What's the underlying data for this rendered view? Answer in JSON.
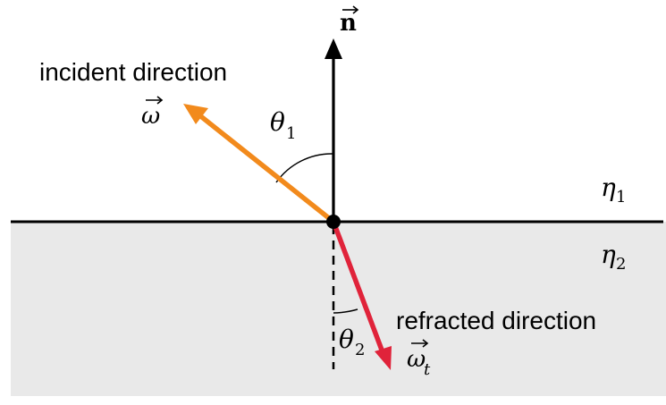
{
  "labels": {
    "normal_symbol": "n",
    "incident_text": "incident direction",
    "incident_symbol": "ω",
    "theta1_symbol": "θ",
    "theta1_sub": "1",
    "eta1_symbol": "η",
    "eta1_sub": "1",
    "eta2_symbol": "η",
    "eta2_sub": "2",
    "refracted_text": "refracted direction",
    "theta2_symbol": "θ",
    "theta2_sub": "2",
    "refracted_symbol": "ω",
    "refracted_sub": "t"
  },
  "colors": {
    "background": "#ffffff",
    "lower_medium": "#e9e9e9",
    "lines": "#000000",
    "incident_arrow": "#f28a1c",
    "refracted_arrow": "#e0233a"
  }
}
